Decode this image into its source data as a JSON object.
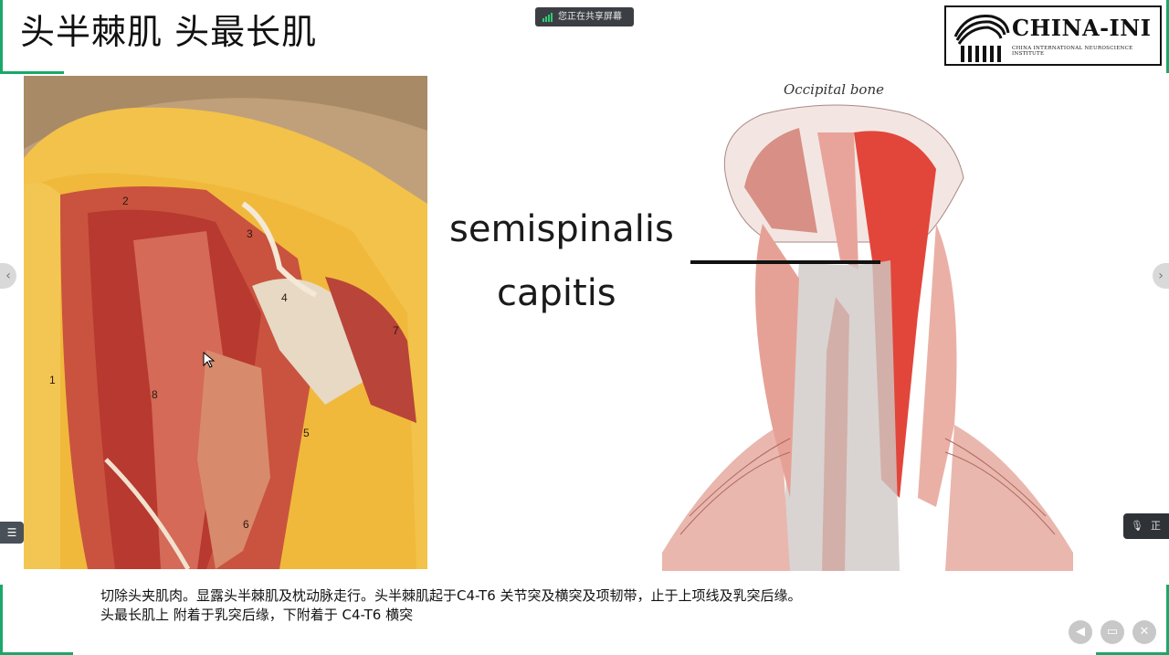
{
  "slide": {
    "title": "头半棘肌 头最长肌",
    "caption_line1": "切除头夹肌肉。显露头半棘肌及枕动脉走行。头半棘肌起于C4-T6  关节突及横突及项韧带，止于上项线及乳突后缘。",
    "caption_line2": "头最长肌上  附着于乳突后缘，下附着于 C4-T6 横突"
  },
  "share_indicator": {
    "label": "您正在共享屏幕"
  },
  "logo": {
    "name": "CHINA-INI",
    "subtitle": "CHINA INTERNATIONAL NEUROSCIENCE INSTITUTE"
  },
  "photo": {
    "labels": [
      "1",
      "2",
      "3",
      "4",
      "5",
      "6",
      "7",
      "8"
    ]
  },
  "illustration": {
    "occipital_label": "Occipital bone",
    "label_line1": "semispinalis",
    "label_line2": "capitis"
  },
  "controls": {
    "prev_icon": "chevron-left-icon",
    "next_icon": "chevron-right-icon",
    "list_icon": "list-icon",
    "mic_label": "正",
    "audio_icon": "speaker-icon",
    "chat_icon": "chat-icon",
    "close_icon": "close-icon"
  },
  "colors": {
    "accent": "#1aa86a",
    "muscle_red": "#e2463a"
  }
}
